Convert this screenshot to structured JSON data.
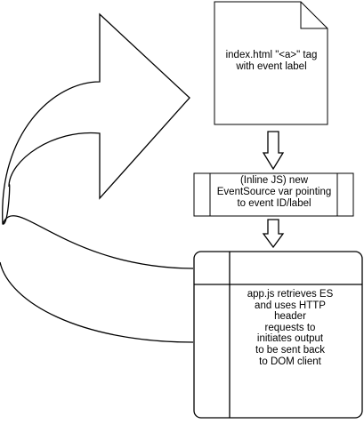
{
  "diagram": {
    "document_node": {
      "text": "index.html \"<a>\" tag\nwith event label"
    },
    "process_node": {
      "text": "(Inline JS) new\nEventSource var pointing\nto event ID/label"
    },
    "table_node": {
      "text": "app.js retrieves ES\nand uses HTTP\nheader\nrequests to\ninitiates output\nto be sent back\nto DOM client"
    },
    "colors": {
      "stroke": "#000000",
      "fill": "#ffffff"
    }
  }
}
